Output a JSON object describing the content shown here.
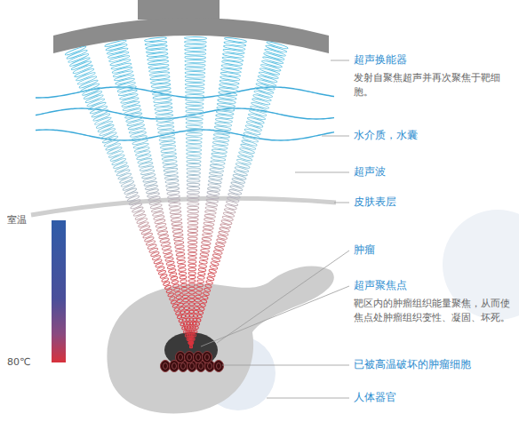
{
  "diagram": {
    "labels": [
      "超声换能器",
      "发射自聚焦超声并再次聚焦于靶细胞。",
      "水介质，水囊",
      "超声波",
      "皮肤表层",
      "肿瘤",
      "超声聚焦点",
      "靶区内的肿瘤组织能量聚焦，从而使焦点处肿瘤组织变性、凝固、坏死。",
      "已被高温破坏的肿瘤细胞",
      "人体器官",
      "室温",
      "80℃"
    ]
  }
}
